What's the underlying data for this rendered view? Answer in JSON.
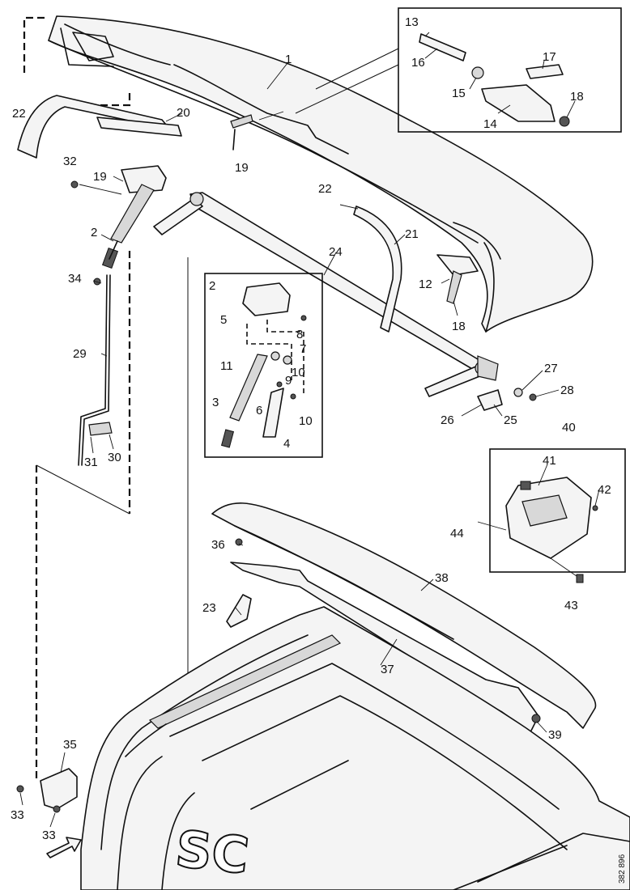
{
  "diagram": {
    "reference_number": "382 896",
    "logo_text": "SC",
    "callouts": [
      {
        "id": "c1",
        "text": "1"
      },
      {
        "id": "c2a",
        "text": "2"
      },
      {
        "id": "c2b",
        "text": "2"
      },
      {
        "id": "c3",
        "text": "3"
      },
      {
        "id": "c4",
        "text": "4"
      },
      {
        "id": "c5",
        "text": "5"
      },
      {
        "id": "c6",
        "text": "6"
      },
      {
        "id": "c7",
        "text": "7"
      },
      {
        "id": "c8",
        "text": "8"
      },
      {
        "id": "c9",
        "text": "9"
      },
      {
        "id": "c10a",
        "text": "10"
      },
      {
        "id": "c10b",
        "text": "10"
      },
      {
        "id": "c11",
        "text": "11"
      },
      {
        "id": "c12",
        "text": "12"
      },
      {
        "id": "c13",
        "text": "13"
      },
      {
        "id": "c14",
        "text": "14"
      },
      {
        "id": "c15",
        "text": "15"
      },
      {
        "id": "c16",
        "text": "16"
      },
      {
        "id": "c17",
        "text": "17"
      },
      {
        "id": "c18a",
        "text": "18"
      },
      {
        "id": "c18b",
        "text": "18"
      },
      {
        "id": "c19a",
        "text": "19"
      },
      {
        "id": "c19b",
        "text": "19"
      },
      {
        "id": "c20",
        "text": "20"
      },
      {
        "id": "c21",
        "text": "21"
      },
      {
        "id": "c22a",
        "text": "22"
      },
      {
        "id": "c22b",
        "text": "22"
      },
      {
        "id": "c23",
        "text": "23"
      },
      {
        "id": "c24",
        "text": "24"
      },
      {
        "id": "c25",
        "text": "25"
      },
      {
        "id": "c26",
        "text": "26"
      },
      {
        "id": "c27",
        "text": "27"
      },
      {
        "id": "c28",
        "text": "28"
      },
      {
        "id": "c29",
        "text": "29"
      },
      {
        "id": "c30",
        "text": "30"
      },
      {
        "id": "c31",
        "text": "31"
      },
      {
        "id": "c32",
        "text": "32"
      },
      {
        "id": "c33a",
        "text": "33"
      },
      {
        "id": "c33b",
        "text": "33"
      },
      {
        "id": "c34",
        "text": "34"
      },
      {
        "id": "c35",
        "text": "35"
      },
      {
        "id": "c36",
        "text": "36"
      },
      {
        "id": "c37",
        "text": "37"
      },
      {
        "id": "c38",
        "text": "38"
      },
      {
        "id": "c39",
        "text": "39"
      },
      {
        "id": "c40",
        "text": "40"
      },
      {
        "id": "c41",
        "text": "41"
      },
      {
        "id": "c42",
        "text": "42"
      },
      {
        "id": "c43",
        "text": "43"
      },
      {
        "id": "c44",
        "text": "44"
      }
    ]
  }
}
